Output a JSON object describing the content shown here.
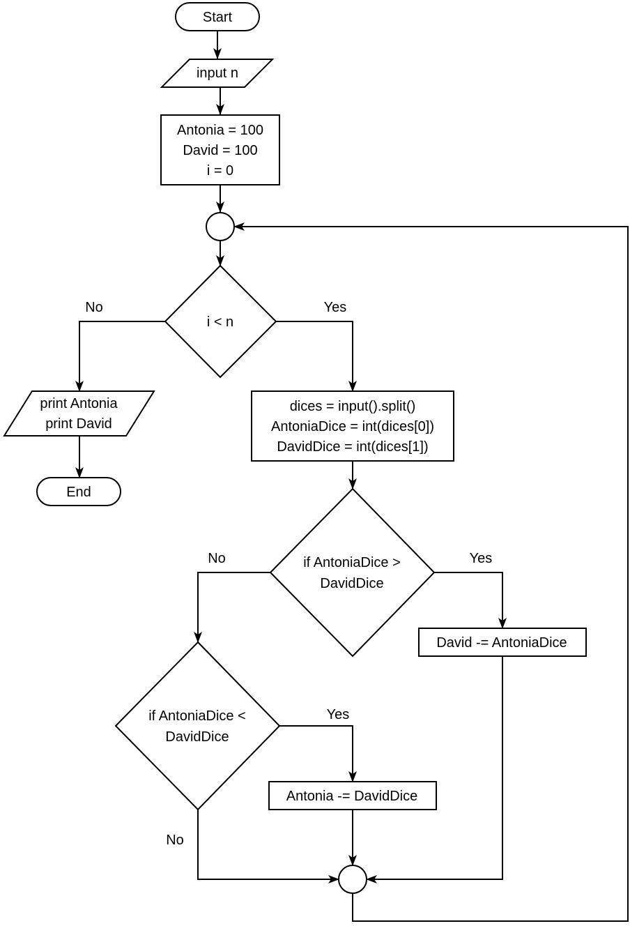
{
  "nodes": {
    "start": {
      "lines": [
        "Start"
      ]
    },
    "input_n": {
      "lines": [
        "input n"
      ]
    },
    "init": {
      "lines": [
        "Antonia = 100",
        "David = 100",
        "i = 0"
      ]
    },
    "loop_condition": {
      "lines": [
        "i < n"
      ]
    },
    "output": {
      "lines": [
        "print Antonia",
        "print David"
      ]
    },
    "end": {
      "lines": [
        "End"
      ]
    },
    "read_dice": {
      "lines": [
        "dices = input().split()",
        "AntoniaDice = int(dices[0])",
        "DavidDice = int(dices[1])"
      ]
    },
    "compare_greater": {
      "lines": [
        "if AntoniaDice >",
        "DavidDice"
      ]
    },
    "david_loses": {
      "lines": [
        "David -= AntoniaDice"
      ]
    },
    "compare_less": {
      "lines": [
        "if AntoniaDice <",
        "DavidDice"
      ]
    },
    "antonia_loses": {
      "lines": [
        "Antonia -= DavidDice"
      ]
    }
  },
  "edge_labels": {
    "loop_no": "No",
    "loop_yes": "Yes",
    "greater_no": "No",
    "greater_yes": "Yes",
    "less_yes": "Yes",
    "less_no": "No"
  }
}
